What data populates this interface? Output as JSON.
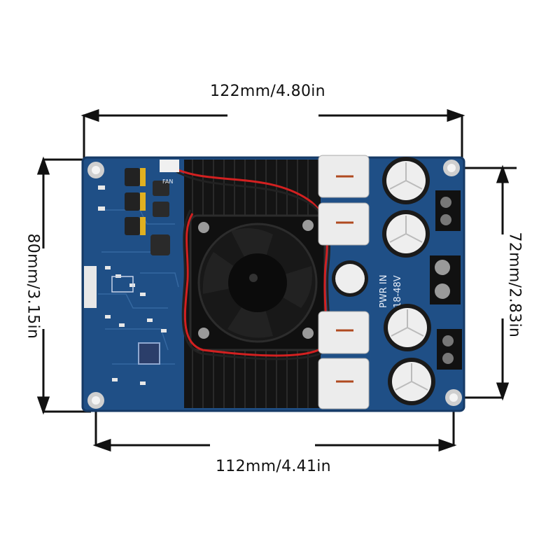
{
  "dimensions": {
    "top": "122mm/4.80in",
    "bottom": "112mm/4.41in",
    "left": "80mm/3.15in",
    "right": "72mm/2.83in"
  },
  "board": {
    "silkscreen_power": "PWR IN",
    "silkscreen_voltage": "18-48V",
    "silkscreen_fan": "FAN"
  },
  "colors": {
    "pcb": "#1f4f86",
    "heatsink": "#141414",
    "capacitor": "#eeeeee",
    "wire_red": "#d22020"
  }
}
